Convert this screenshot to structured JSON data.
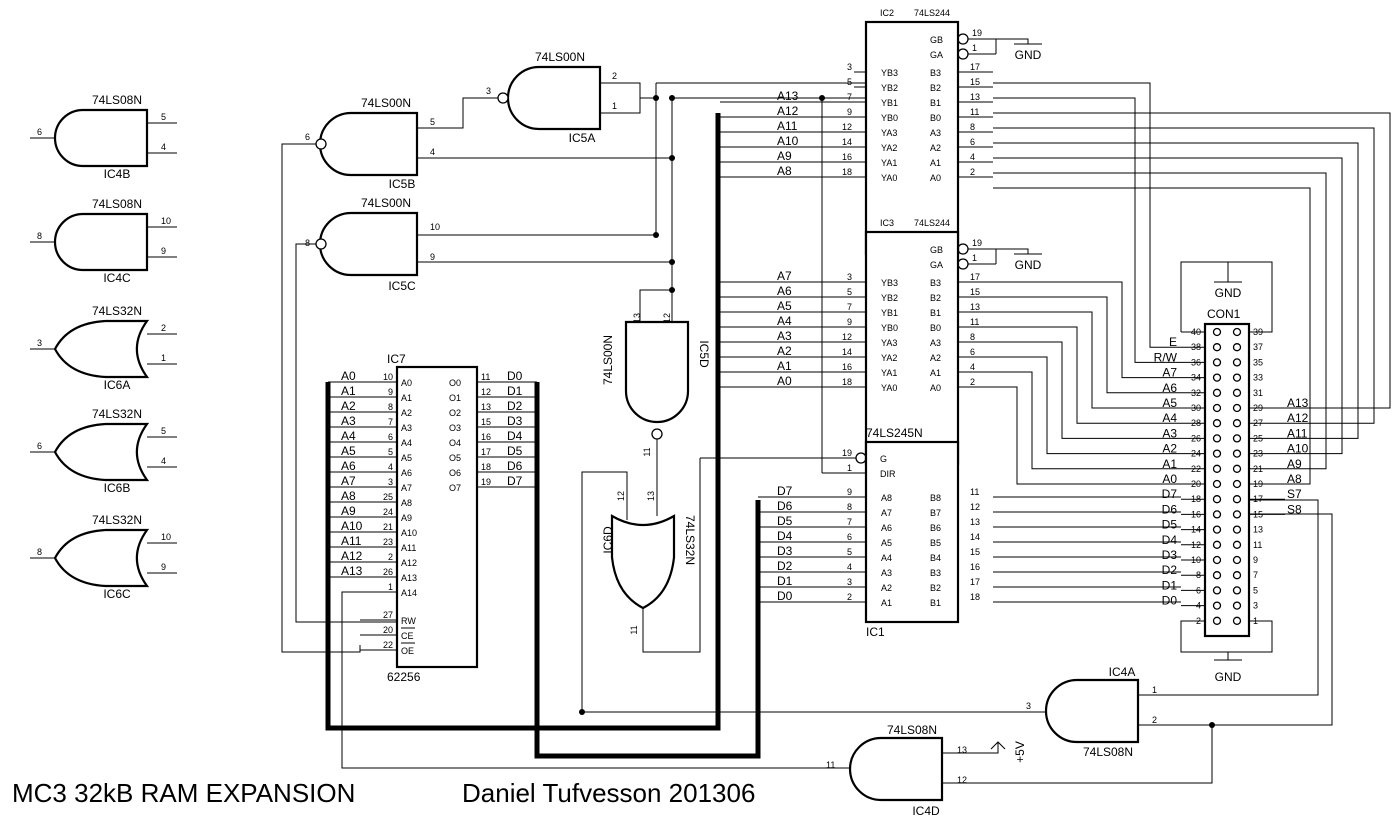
{
  "title": "MC3 32kB RAM EXPANSION",
  "author": "Daniel Tufvesson 201306",
  "gates": [
    {
      "id": "IC4B",
      "type": "74LS08N",
      "in": [
        "5",
        "4"
      ],
      "out": "6"
    },
    {
      "id": "IC4C",
      "type": "74LS08N",
      "in": [
        "10",
        "9"
      ],
      "out": "8"
    },
    {
      "id": "IC6A",
      "type": "74LS32N",
      "in": [
        "2",
        "1"
      ],
      "out": "3"
    },
    {
      "id": "IC6B",
      "type": "74LS32N",
      "in": [
        "5",
        "4"
      ],
      "out": "6"
    },
    {
      "id": "IC6C",
      "type": "74LS32N",
      "in": [
        "10",
        "9"
      ],
      "out": "8"
    },
    {
      "id": "IC5A",
      "type": "74LS00N",
      "in": [
        "2",
        "1"
      ],
      "out": "3"
    },
    {
      "id": "IC5B",
      "type": "74LS00N",
      "in": [
        "5",
        "4"
      ],
      "out": "6"
    },
    {
      "id": "IC5C",
      "type": "74LS00N",
      "in": [
        "10",
        "9"
      ],
      "out": "8"
    },
    {
      "id": "IC5D",
      "type": "74LS00N",
      "in": [
        "13",
        "12"
      ],
      "out": "11"
    },
    {
      "id": "IC6D",
      "type": "74LS32N",
      "in": [
        "12",
        "13"
      ],
      "out": "11"
    },
    {
      "id": "IC4A",
      "type": "74LS08N",
      "in": [
        "1",
        "2"
      ],
      "out": "3"
    },
    {
      "id": "IC4D",
      "type": "74LS08N",
      "in": [
        "13",
        "12"
      ],
      "out": "11",
      "vcc": "+5V"
    }
  ],
  "ic7": {
    "name": "IC7",
    "part": "62256",
    "addr": [
      [
        "A0",
        "10"
      ],
      [
        "A1",
        "9"
      ],
      [
        "A2",
        "8"
      ],
      [
        "A3",
        "7"
      ],
      [
        "A4",
        "6"
      ],
      [
        "A5",
        "5"
      ],
      [
        "A6",
        "4"
      ],
      [
        "A7",
        "3"
      ],
      [
        "A8",
        "25"
      ],
      [
        "A9",
        "24"
      ],
      [
        "A10",
        "21"
      ],
      [
        "A11",
        "23"
      ],
      [
        "A12",
        "2"
      ],
      [
        "A13",
        "26"
      ],
      [
        "A14",
        "1"
      ]
    ],
    "data": [
      [
        "O0",
        "11",
        "D0"
      ],
      [
        "O1",
        "12",
        "D1"
      ],
      [
        "O2",
        "13",
        "D2"
      ],
      [
        "O3",
        "15",
        "D3"
      ],
      [
        "O4",
        "16",
        "D4"
      ],
      [
        "O5",
        "17",
        "D5"
      ],
      [
        "O6",
        "18",
        "D6"
      ],
      [
        "O7",
        "19",
        "D7"
      ]
    ],
    "ctrl": [
      [
        "RW",
        "27"
      ],
      [
        "CE",
        "20"
      ],
      [
        "OE",
        "22"
      ]
    ]
  },
  "ic2": {
    "name": "IC2",
    "part": "74LS244",
    "en": [
      [
        "GB",
        "19"
      ],
      [
        "GA",
        "1"
      ]
    ],
    "rows": [
      [
        "3",
        "YB3",
        "B3",
        "17",
        ""
      ],
      [
        "5",
        "YB2",
        "B2",
        "15",
        ""
      ],
      [
        "7",
        "YB1",
        "B1",
        "13",
        "A13"
      ],
      [
        "9",
        "YB0",
        "B0",
        "11",
        "A12"
      ],
      [
        "12",
        "YA3",
        "A3",
        "8",
        "A11"
      ],
      [
        "14",
        "YA2",
        "A2",
        "6",
        "A10"
      ],
      [
        "16",
        "YA1",
        "A1",
        "4",
        "A9"
      ],
      [
        "18",
        "YA0",
        "A0",
        "2",
        "A8"
      ]
    ]
  },
  "ic3": {
    "name": "IC3",
    "part": "74LS244",
    "en": [
      [
        "GB",
        "19"
      ],
      [
        "GA",
        "1"
      ]
    ],
    "rows": [
      [
        "3",
        "YB3",
        "B3",
        "17",
        "A7"
      ],
      [
        "5",
        "YB2",
        "B2",
        "15",
        "A6"
      ],
      [
        "7",
        "YB1",
        "B1",
        "13",
        "A5"
      ],
      [
        "9",
        "YB0",
        "B0",
        "11",
        "A4"
      ],
      [
        "12",
        "YA3",
        "A3",
        "8",
        "A3"
      ],
      [
        "14",
        "YA2",
        "A2",
        "6",
        "A2"
      ],
      [
        "16",
        "YA1",
        "A1",
        "4",
        "A1"
      ],
      [
        "18",
        "YA0",
        "A0",
        "2",
        "A0"
      ]
    ]
  },
  "ic1": {
    "name": "IC1",
    "part": "74LS245N",
    "ctrl": [
      [
        "G",
        "19"
      ],
      [
        "DIR",
        "1"
      ]
    ],
    "rows": [
      [
        "9",
        "A8",
        "B8",
        "11",
        "D7"
      ],
      [
        "8",
        "A7",
        "B7",
        "12",
        "D6"
      ],
      [
        "7",
        "A6",
        "B6",
        "13",
        "D5"
      ],
      [
        "6",
        "A5",
        "B5",
        "14",
        "D4"
      ],
      [
        "5",
        "A4",
        "B4",
        "15",
        "D3"
      ],
      [
        "4",
        "A3",
        "B3",
        "16",
        "D2"
      ],
      [
        "3",
        "A2",
        "B2",
        "17",
        "D1"
      ],
      [
        "2",
        "A1",
        "B1",
        "18",
        "D0"
      ]
    ]
  },
  "con1": {
    "name": "CON1",
    "rows": [
      [
        "",
        "40",
        "39",
        ""
      ],
      [
        "E",
        "38",
        "37",
        ""
      ],
      [
        "R/W",
        "36",
        "35",
        ""
      ],
      [
        "A7",
        "34",
        "33",
        ""
      ],
      [
        "A6",
        "32",
        "31",
        ""
      ],
      [
        "A5",
        "30",
        "29",
        "A13"
      ],
      [
        "A4",
        "28",
        "27",
        "A12"
      ],
      [
        "A3",
        "26",
        "25",
        "A11"
      ],
      [
        "A2",
        "24",
        "23",
        "A10"
      ],
      [
        "A1",
        "22",
        "21",
        "A9"
      ],
      [
        "A0",
        "20",
        "19",
        "A8"
      ],
      [
        "D7",
        "18",
        "17",
        "S7"
      ],
      [
        "D6",
        "16",
        "15",
        "S8"
      ],
      [
        "D5",
        "14",
        "13",
        ""
      ],
      [
        "D4",
        "12",
        "11",
        ""
      ],
      [
        "D3",
        "10",
        "9",
        ""
      ],
      [
        "D2",
        "8",
        "7",
        ""
      ],
      [
        "D1",
        "6",
        "5",
        ""
      ],
      [
        "D0",
        "4",
        "3",
        ""
      ],
      [
        "",
        "2",
        "1",
        ""
      ]
    ]
  },
  "gnd": "GND",
  "vcc": "+5V"
}
